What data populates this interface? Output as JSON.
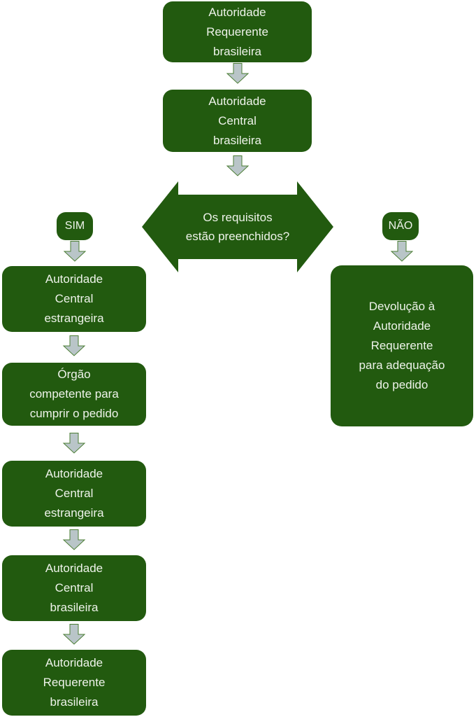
{
  "colors": {
    "node_green": "#225a0f",
    "arrow_fill": "#b9c5c8",
    "arrow_edge": "#4a7d33",
    "text": "#eef3ea",
    "background": "#ffffff"
  },
  "flowchart": {
    "nodes": {
      "top1": {
        "label": "Autoridade\nRequerente\nbrasileira"
      },
      "top2": {
        "label": "Autoridade\nCentral\nbrasileira"
      },
      "decision": {
        "label": "Os requisitos\nestão preenchidos?"
      },
      "yes": {
        "label": "SIM"
      },
      "no": {
        "label": "NÃO"
      },
      "left1": {
        "label": "Autoridade\nCentral\nestrangeira"
      },
      "left2": {
        "label": "Órgão\ncompetente para\ncumprir o pedido"
      },
      "left3": {
        "label": "Autoridade\nCentral\nestrangeira"
      },
      "left4": {
        "label": "Autoridade\nCentral\nbrasileira"
      },
      "left5": {
        "label": "Autoridade\nRequerente\nbrasileira"
      },
      "right1": {
        "label": "Devolução à\nAutoridade\nRequerente\npara adequação\ndo pedido"
      }
    }
  }
}
